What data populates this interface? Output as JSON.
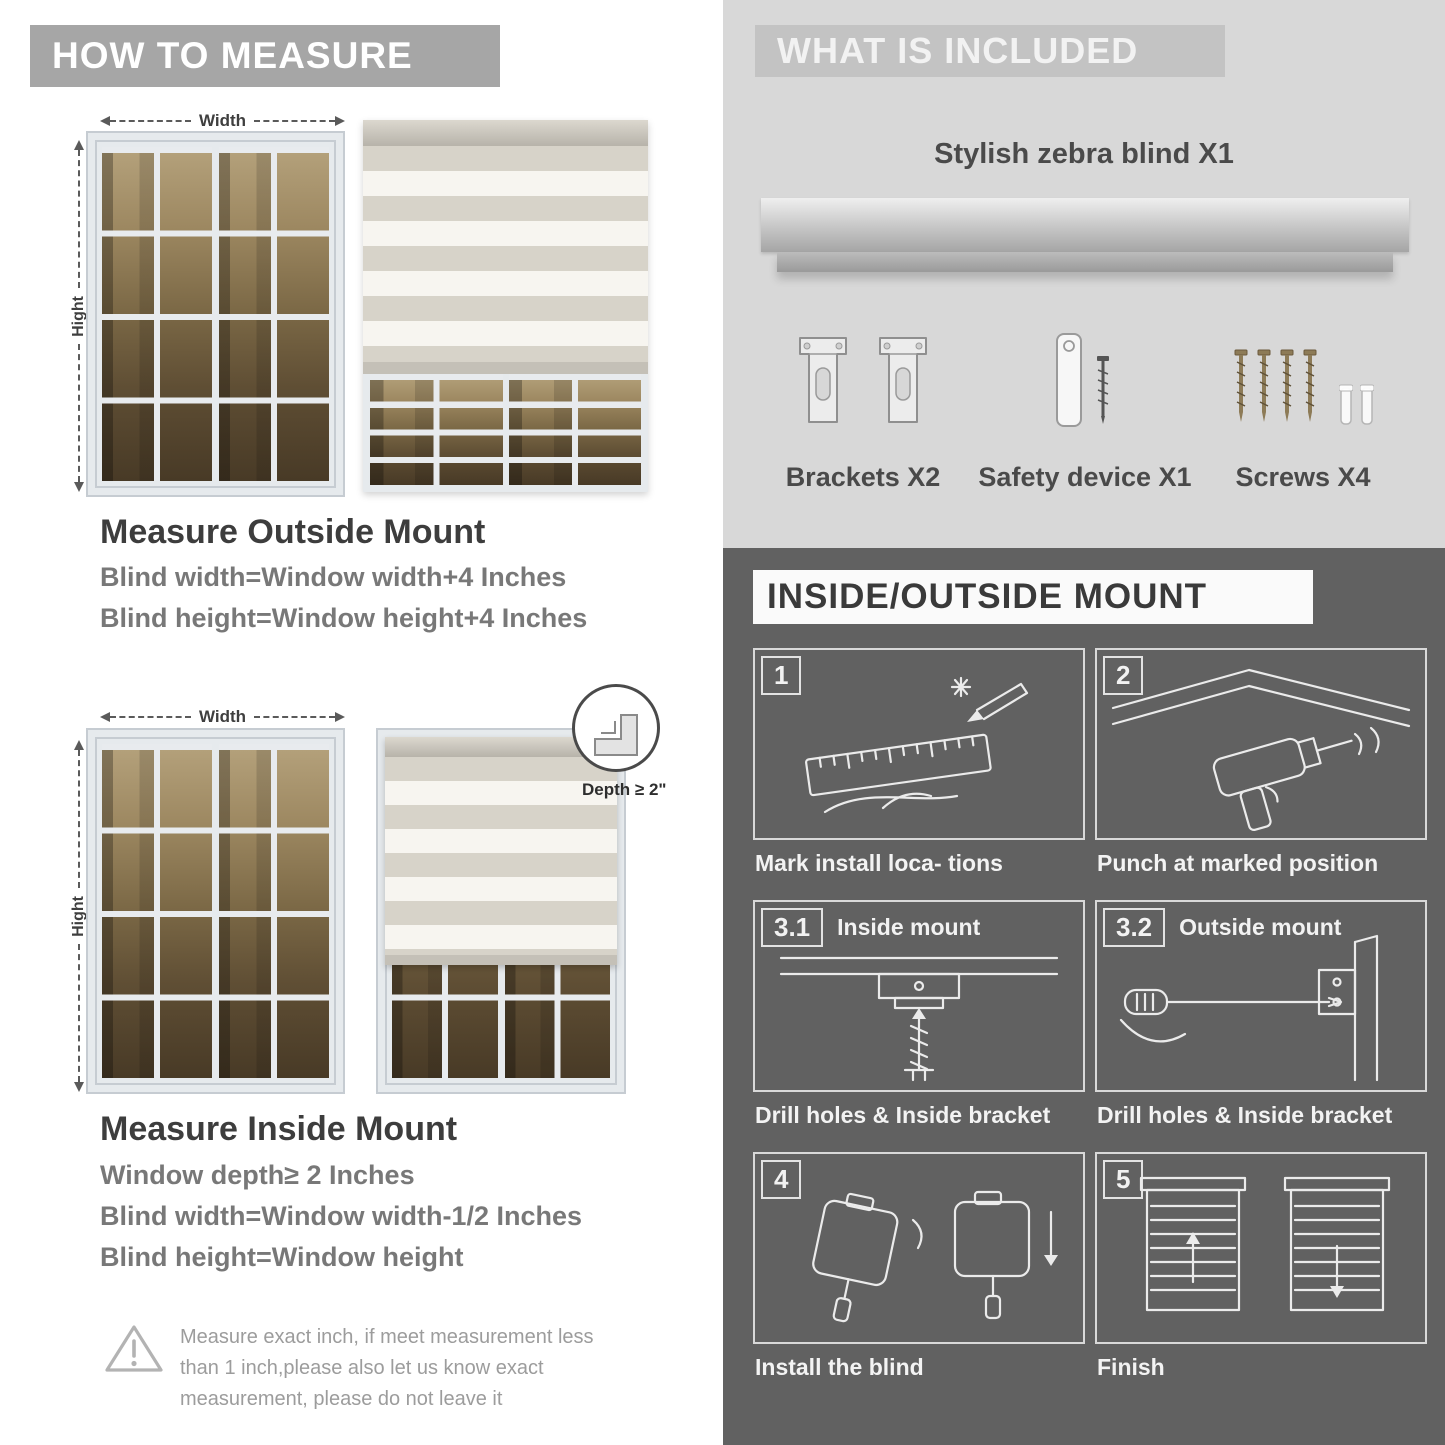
{
  "colors": {
    "banner_gray": "#a6a6a6",
    "included_banner_gray": "#c3c3c3",
    "light_section": "#d8d8d8",
    "dark_section": "#616161"
  },
  "left": {
    "banner": "HOW TO MEASURE",
    "labels": {
      "width": "Width",
      "height": "Hight"
    },
    "outside": {
      "heading": "Measure Outside Mount",
      "lines": [
        "Blind width=Window width+4 Inches",
        "Blind height=Window height+4 Inches"
      ]
    },
    "inside": {
      "heading": "Measure Inside Mount",
      "depth_callout": "Depth ≥ 2\"",
      "lines": [
        "Window depth≥ 2 Inches",
        "Blind width=Window width-1/2 Inches",
        "Blind height=Window height"
      ]
    },
    "warning": {
      "text": "Measure exact inch, if meet measurement less than 1 inch,please also let us know exact measurement, please do not leave it"
    }
  },
  "included": {
    "banner": "WHAT IS INCLUDED",
    "product": "Stylish zebra blind X1",
    "items": [
      {
        "icon": "bracket-icon",
        "label": "Brackets X2"
      },
      {
        "icon": "safety-device-icon",
        "label": "Safety device X1"
      },
      {
        "icon": "screw-icon",
        "label": "Screws X4"
      }
    ]
  },
  "mount": {
    "banner": "INSIDE/OUTSIDE MOUNT",
    "steps": [
      {
        "num": "1",
        "title": "",
        "caption": "Mark install loca- tions"
      },
      {
        "num": "2",
        "title": "",
        "caption": "Punch at  marked position"
      },
      {
        "num": "3.1",
        "title": "Inside mount",
        "caption": "Drill holes &  Inside bracket"
      },
      {
        "num": "3.2",
        "title": "Outside mount",
        "caption": "Drill holes &  Inside bracket"
      },
      {
        "num": "4",
        "title": "",
        "caption": "Install the blind"
      },
      {
        "num": "5",
        "title": "",
        "caption": "Finish"
      }
    ]
  }
}
